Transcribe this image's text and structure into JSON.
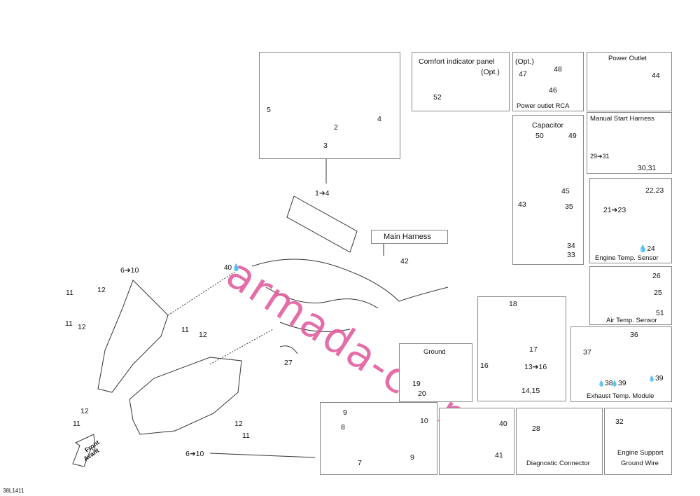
{
  "diagram_code": "38L1411",
  "watermark": "armada-co.ru",
  "front_label": "Front",
  "avant_label": "Avant",
  "boxes": {
    "cluster": {
      "labels": [
        "5",
        "2",
        "3",
        "4"
      ]
    },
    "comfort": {
      "title": "Comfort indicator panel",
      "opt": "(Opt.)",
      "part": "52"
    },
    "power_rca": {
      "opt": "(Opt.)",
      "parts": [
        "48",
        "47",
        "46"
      ],
      "title": "Power outlet RCA"
    },
    "power_outlet": {
      "title": "Power Outlet",
      "part": "44"
    },
    "capacitor": {
      "title": "Capacitor",
      "parts": [
        "50",
        "49",
        "45",
        "43",
        "35",
        "34",
        "33"
      ]
    },
    "manual_start": {
      "title": "Manual Start Harness",
      "range": "29➔31",
      "part": "30,31"
    },
    "engine_temp": {
      "parts": [
        "22,23",
        "21➔23",
        "24"
      ],
      "title": "Engine Temp. Sensor"
    },
    "air_temp": {
      "parts": [
        "26",
        "25",
        "51"
      ],
      "title": "Air Temp. Sensor"
    },
    "exhaust": {
      "parts": [
        "36",
        "37",
        "38",
        "39",
        "39"
      ],
      "title": "Exhaust Temp. Module"
    },
    "ground": {
      "title": "Ground",
      "parts": [
        "19",
        "20"
      ]
    },
    "coil": {
      "parts": [
        "18",
        "17",
        "16",
        "13➔16",
        "14,15"
      ]
    },
    "bulb": {
      "parts": [
        "9",
        "10",
        "8",
        "7",
        "9"
      ]
    },
    "grease": {
      "parts": [
        "40",
        "41"
      ]
    },
    "diag": {
      "part": "28",
      "title": "Diagnostic Connector"
    },
    "ground_wire": {
      "part": "32",
      "title1": "Engine Support",
      "title2": "Ground Wire"
    }
  },
  "main": {
    "harness_title": "Main Harness",
    "harness_part": "42",
    "cluster_range": "1➔4",
    "part40": "40",
    "part27": "27",
    "headlight_range_top": "6➔10",
    "headlight_range_bottom": "6➔10",
    "fasteners": [
      "11",
      "12",
      "11",
      "12",
      "11",
      "12",
      "12",
      "11",
      "12",
      "11"
    ]
  }
}
